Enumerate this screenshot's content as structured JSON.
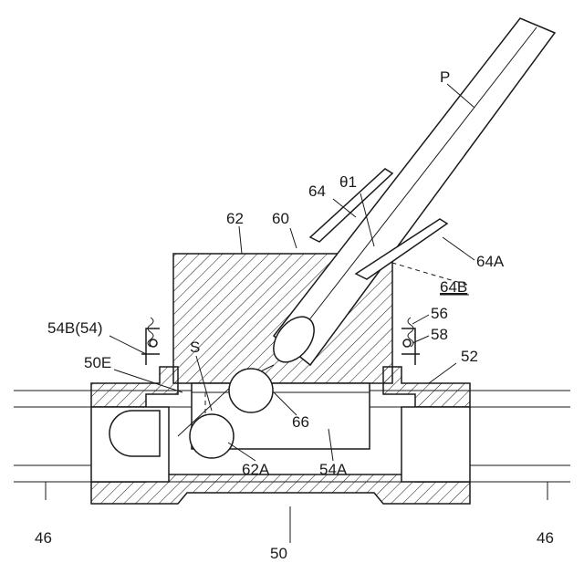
{
  "figure": {
    "labels": {
      "P": "P",
      "l64": "64",
      "theta1": "θ1",
      "l60": "60",
      "l62": "62",
      "l64A": "64A",
      "l64B": "64B",
      "l56": "56",
      "l58": "58",
      "l54B": "54B(54)",
      "S": "S",
      "l50E": "50E",
      "l52": "52",
      "l66": "66",
      "l62A": "62A",
      "l54A": "54A",
      "l46_left": "46",
      "l46_right": "46",
      "l50": "50"
    }
  }
}
